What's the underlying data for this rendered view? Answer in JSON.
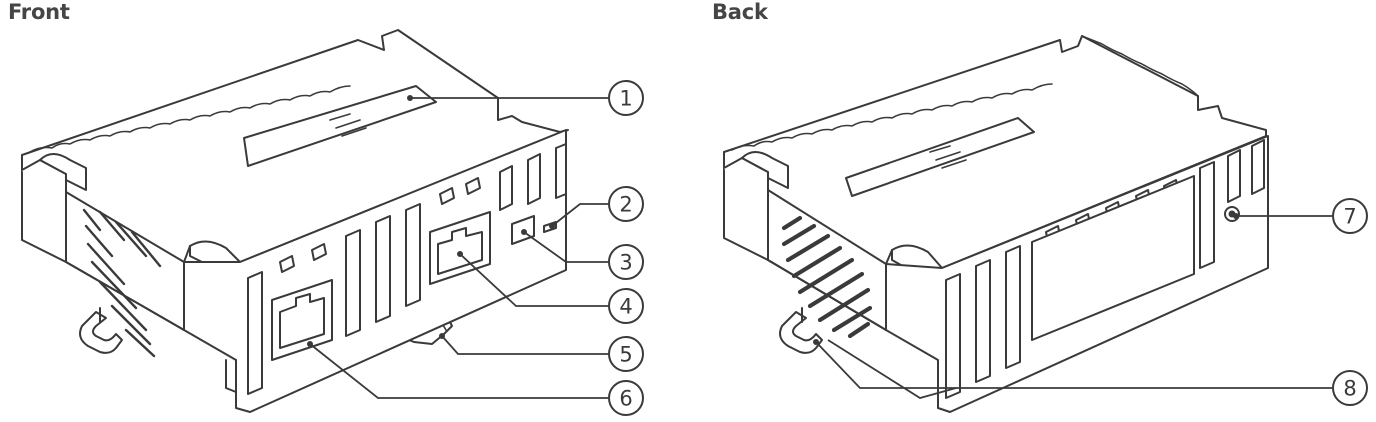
{
  "views": [
    {
      "heading": "Front",
      "callouts": [
        "1",
        "2",
        "3",
        "4",
        "5",
        "6"
      ]
    },
    {
      "heading": "Back",
      "callouts": [
        "7",
        "8"
      ]
    }
  ]
}
